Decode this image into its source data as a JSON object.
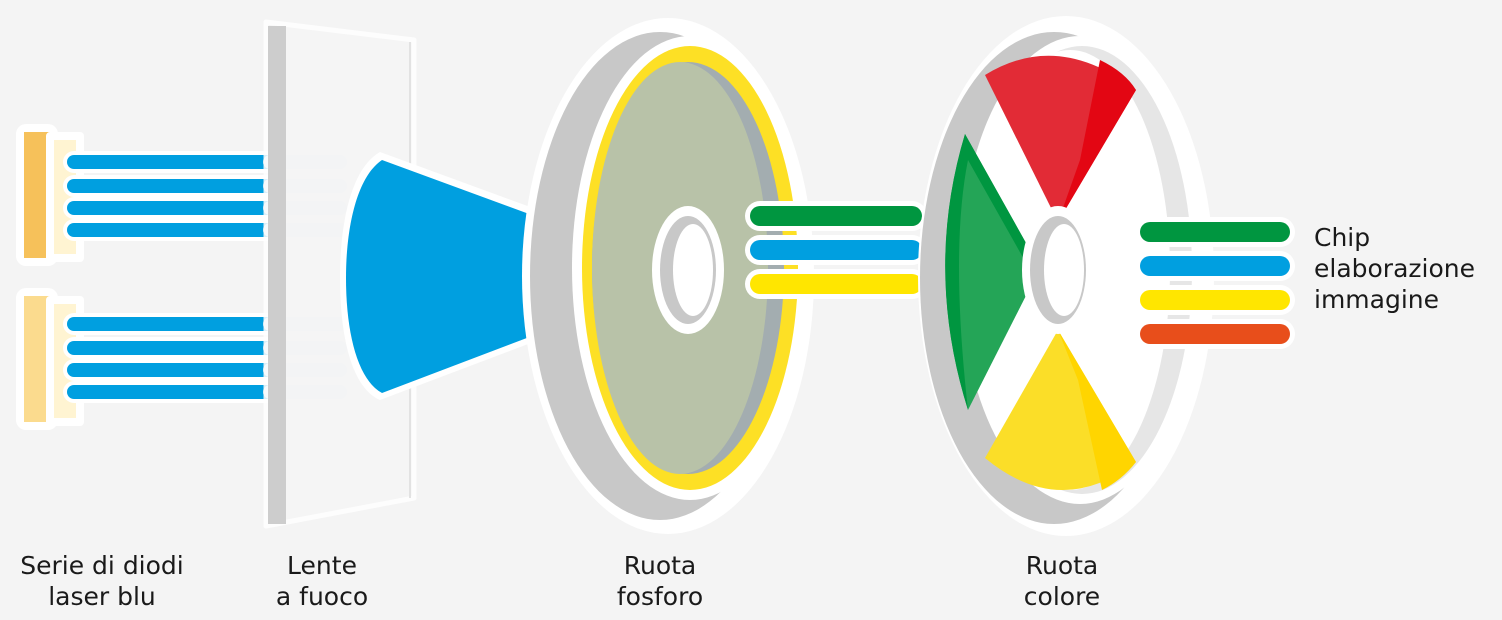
{
  "labels": {
    "laser_array": {
      "line1": "Serie di diodi",
      "line2": "laser blu"
    },
    "focus_lens": {
      "line1": "Lente",
      "line2": "a fuoco"
    },
    "phosphor_wheel": {
      "line1": "Ruota",
      "line2": "fosforo"
    },
    "color_wheel": {
      "line1": "Ruota",
      "line2": "colore"
    },
    "chip": {
      "line1": "Chip",
      "line2": "elaborazione",
      "line3": "immagine"
    }
  },
  "colors": {
    "background": "#f4f4f4",
    "laser_blue": "#009fe0",
    "beam_green": "#009640",
    "beam_yellow": "#ffe600",
    "beam_orange": "#e84e1b",
    "wheel_red": "#e30613",
    "wheel_yellow": "#ffd500",
    "phosphor_gray_green": "#b8c2a8",
    "phosphor_ring_yellow": "#fde025",
    "diode_orange": "#f6c15a",
    "diode_light": "#fbdb8e"
  },
  "icons": {
    "laser_array": "laser-diode-array-icon",
    "lens": "focusing-lens-icon",
    "phosphor_wheel": "phosphor-wheel-icon",
    "color_wheel": "color-wheel-icon"
  }
}
